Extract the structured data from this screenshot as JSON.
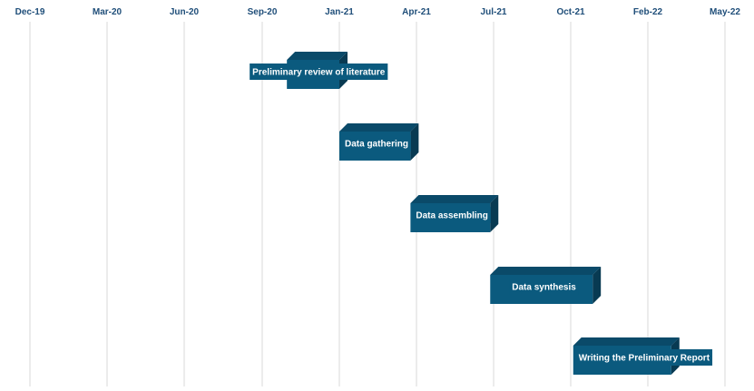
{
  "chart_data": {
    "type": "gantt",
    "x_axis": {
      "tick_labels": [
        "Dec-19",
        "Mar-20",
        "Jun-20",
        "Sep-20",
        "Jan-21",
        "Apr-21",
        "Jul-21",
        "Oct-21",
        "Feb-22",
        "May-22"
      ]
    },
    "grid": true,
    "colors": {
      "bar_front": "#0b5a7e",
      "bar_top": "#0a4a69",
      "bar_side": "#083a52",
      "label_box": "#0b5a7e",
      "grid": "#d9d9d9",
      "tick_text": "#1f4e79"
    },
    "tasks": [
      {
        "name": "Preliminary review of literature",
        "start": "2020-10-10",
        "end": "2021-01-01"
      },
      {
        "name": "Data gathering",
        "start": "2021-01-01",
        "end": "2021-03-25"
      },
      {
        "name": "Data assembling",
        "start": "2021-03-25",
        "end": "2021-06-27"
      },
      {
        "name": "Data synthesis",
        "start": "2021-06-27",
        "end": "2021-11-05"
      },
      {
        "name": "Writing the Preliminary Report",
        "start": "2021-10-05",
        "end": "2022-02-28"
      }
    ]
  }
}
